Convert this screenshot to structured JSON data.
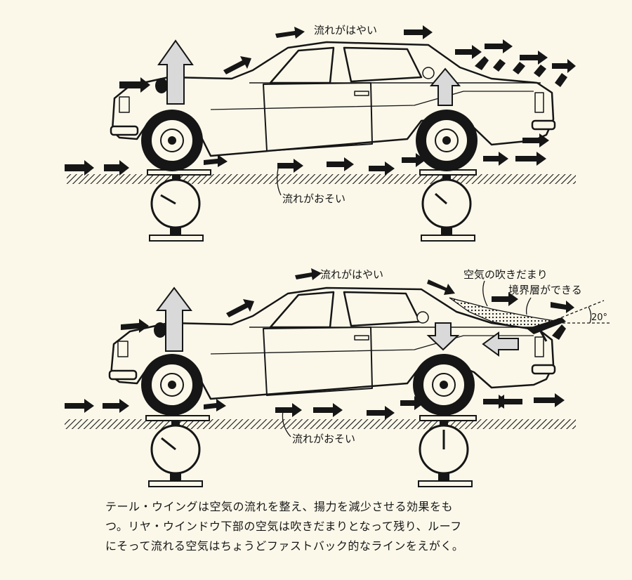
{
  "diagrams": [
    {
      "id": "without-wing",
      "labels": {
        "fast_flow": "流れがはやい",
        "slow_flow": "流れがおそい"
      }
    },
    {
      "id": "with-wing",
      "labels": {
        "fast_flow": "流れがはやい",
        "slow_flow": "流れがおそい",
        "air_pocket": "空気の吹きだまり",
        "boundary_layer": "境界層ができる",
        "angle": "20°"
      }
    }
  ],
  "caption": {
    "lines": [
      "テール・ウイングは空気の流れを整え、揚力を減少させる効果をも",
      "つ。リヤ・ウインドウ下部の空気は吹きだまりとなって残り、ルーフ",
      "にそって流れる空気はちょうどファストバック的なラインをえがく。"
    ]
  },
  "colors": {
    "ink": "#161616",
    "paper": "#fbf8ea",
    "lift_arrow_fill": "#d9d9d9"
  }
}
